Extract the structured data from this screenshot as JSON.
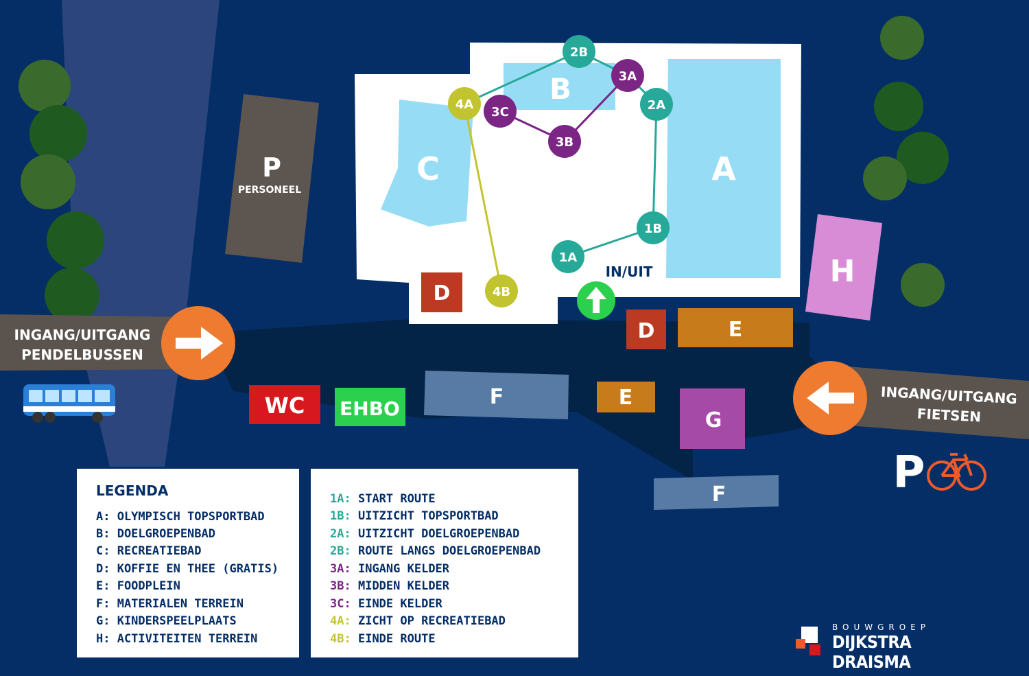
{
  "colors": {
    "background": "#052e66",
    "route_1": "#27a99a",
    "route_3": "#7b2584",
    "route_4": "#c2c42f",
    "orange": "#ee7b2f",
    "pool": "#96dcf5"
  },
  "buildings": {
    "A": "A",
    "B": "B",
    "C": "C",
    "D1": "D",
    "D2": "D",
    "E1": "E",
    "E2": "E",
    "F1": "F",
    "F2": "F",
    "G": "G",
    "H": "H",
    "P": "P",
    "P_sub": "PERSONEEL",
    "WC": "WC",
    "EHBO": "EHBO"
  },
  "route_points": [
    "1A",
    "1B",
    "2A",
    "2B",
    "3A",
    "3B",
    "3C",
    "4A",
    "4B"
  ],
  "in_uit": "IN/UIT",
  "entrances": {
    "left_line1": "INGANG/UITGANG",
    "left_line2": "PENDELBUSSEN",
    "right_line1": "INGANG/UITGANG",
    "right_line2": "FIETSEN"
  },
  "bike_parking": "P",
  "legend": {
    "title": "LEGENDA",
    "items": [
      "A: OLYMPISCH TOPSPORTBAD",
      "B: DOELGROEPENBAD",
      "C: RECREATIEBAD",
      "D: KOFFIE EN THEE (GRATIS)",
      "E: FOODPLEIN",
      "F: MATERIALEN TERREIN",
      "G: KINDERSPEELPLAATS",
      "H: ACTIVITEITEN TERREIN"
    ]
  },
  "route_legend": {
    "items": [
      {
        "key": "1A:",
        "text": "START ROUTE",
        "color": "#27a99a"
      },
      {
        "key": "1B:",
        "text": "UITZICHT TOPSPORTBAD",
        "color": "#27a99a"
      },
      {
        "key": "2A:",
        "text": "UITZICHT DOELGROEPENBAD",
        "color": "#27a99a"
      },
      {
        "key": "2B:",
        "text": "ROUTE LANGS DOELGROEPENBAD",
        "color": "#27a99a"
      },
      {
        "key": "3A:",
        "text": "INGANG KELDER",
        "color": "#7b2584"
      },
      {
        "key": "3B:",
        "text": "MIDDEN KELDER",
        "color": "#7b2584"
      },
      {
        "key": "3C:",
        "text": "EINDE KELDER",
        "color": "#7b2584"
      },
      {
        "key": "4A:",
        "text": "ZICHT OP RECREATIEBAD",
        "color": "#c2c42f"
      },
      {
        "key": "4B:",
        "text": "EINDE ROUTE",
        "color": "#c2c42f"
      }
    ]
  },
  "brand": {
    "top": "BOUWGROEP",
    "main": "DIJKSTRA DRAISMA"
  }
}
